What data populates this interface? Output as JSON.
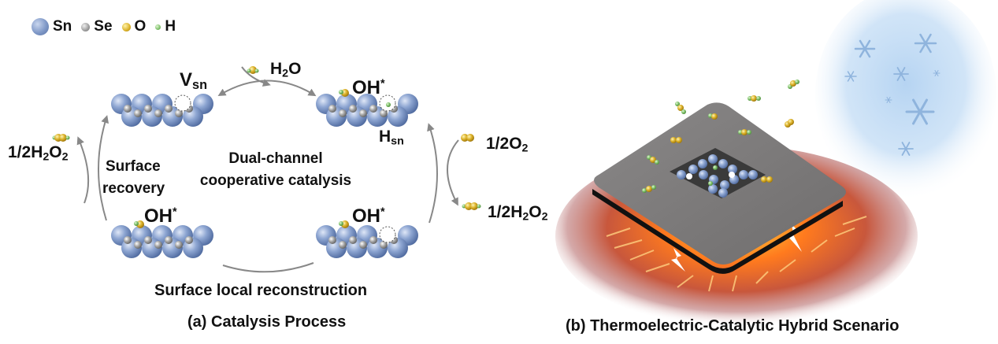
{
  "legend": [
    {
      "symbol": "Sn",
      "color": "#7f98c7",
      "size": "large"
    },
    {
      "symbol": "Se",
      "color": "#9c9c9c",
      "size": "small"
    },
    {
      "symbol": "O",
      "color": "#d9b028",
      "size": "small"
    },
    {
      "symbol": "H",
      "color": "#7ec06a",
      "size": "tiny"
    }
  ],
  "panel_a": {
    "caption": "(a) Catalysis Process",
    "center_label_line1": "Dual-channel",
    "center_label_line2": "cooperative catalysis",
    "left_label_line1": "Surface",
    "left_label_line2": "recovery",
    "bottom_label": "Surface local reconstruction",
    "states": {
      "top_left": {
        "label": "V",
        "label_sub": "sn",
        "description": "Sn vacancy"
      },
      "top_right": {
        "label": "OH",
        "label_sup": "*",
        "lower_label": "H",
        "lower_label_sub": "sn"
      },
      "bottom_left": {
        "label": "OH",
        "label_sup": "*"
      },
      "bottom_right": {
        "label": "OH",
        "label_sup": "*"
      }
    },
    "input_species": {
      "text": "H",
      "sub": "2",
      "text2": "O"
    },
    "left_product": {
      "prefix": "1/2H",
      "sub1": "2",
      "mid": "O",
      "sub2": "2"
    },
    "right_reactant": {
      "prefix": "1/2O",
      "sub1": "2"
    },
    "right_product": {
      "prefix": "1/2H",
      "sub1": "2",
      "mid": "O",
      "sub2": "2"
    }
  },
  "panel_b": {
    "caption": "(b) Thermoelectric-Catalytic Hybrid Scenario",
    "colors": {
      "plate": "#7a7878",
      "heat_outer": "#b06060",
      "heat_inner": "#ff7a20",
      "cold": "#bcd9f3",
      "snowflake": "#8fb4dd"
    }
  }
}
